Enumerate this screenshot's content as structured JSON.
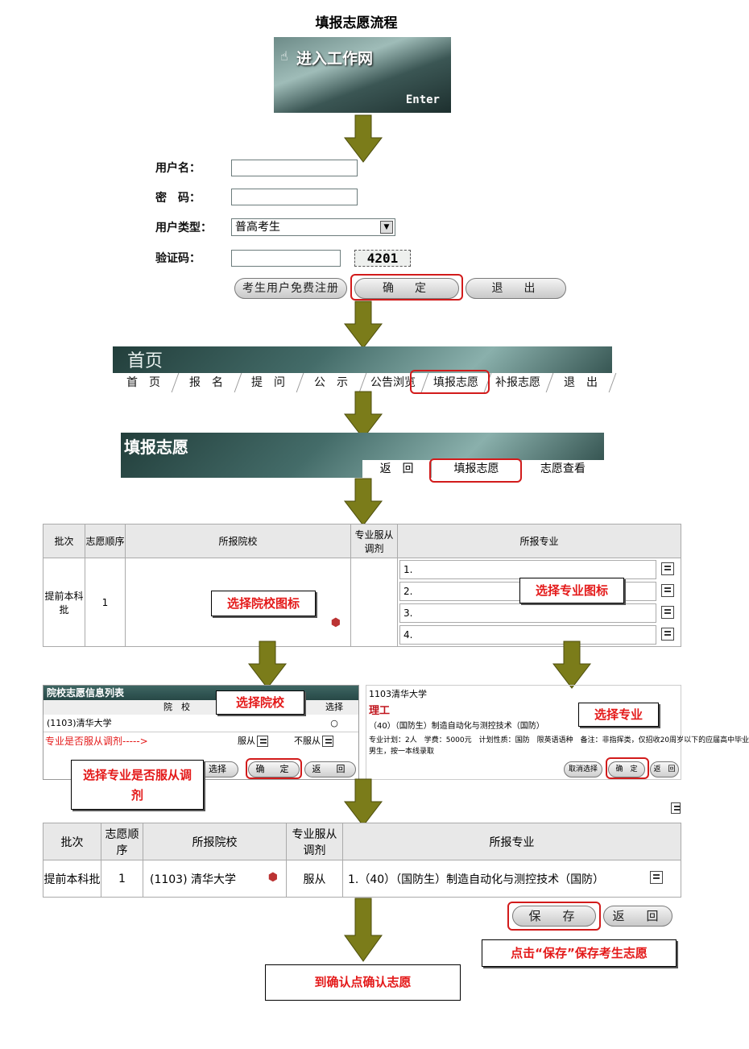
{
  "page": {
    "title": "填报志愿流程"
  },
  "enter": {
    "label": "进入工作网",
    "sub": "Enter"
  },
  "login": {
    "username_label": "用户名：",
    "password_label": "密　码：",
    "usertype_label": "用户类型：",
    "usertype_value": "普高考生",
    "captcha_label": "验证码：",
    "captcha_value": "4201",
    "register_btn": "考生用户免费注册",
    "ok_btn": "确　定",
    "exit_btn": "退　出"
  },
  "home": {
    "title": "首页",
    "menu": [
      "首　页",
      "报　名",
      "提　问",
      "公　示",
      "公告浏览",
      "填报志愿",
      "补报志愿",
      "退　出"
    ]
  },
  "fill": {
    "title": "填报志愿",
    "menu": [
      "返　回",
      "填报志愿",
      "志愿查看"
    ]
  },
  "table1": {
    "headers": [
      "批次",
      "志愿顺序",
      "所报院校",
      "专业服从调剂",
      "所报专业"
    ],
    "batch": "提前本科批",
    "order": "1",
    "majors": [
      "1.",
      "2.",
      "3.",
      "4."
    ]
  },
  "callouts": {
    "choose_school_icon": "选择院校图标",
    "choose_major_icon": "选择专业图标",
    "choose_school": "选择院校",
    "choose_major": "选择专业",
    "obey": "选择专业是否服从调剂",
    "save_tip": "点击“保存”保存考生志愿",
    "confirm": "到确认点确认志愿"
  },
  "school_list": {
    "title": "院校志愿信息列表",
    "col_school": "院　校",
    "col_select": "选择",
    "school": "(1103)清华大学",
    "obey_question": "专业是否服从调剂----->",
    "obey": "服从",
    "not_obey": "不服从",
    "btn_choose": "选择",
    "btn_ok": "确　定",
    "btn_back": "返　回"
  },
  "major_panel": {
    "school": "1103清华大学",
    "type": "理工",
    "major": "（40）（国防生）制造自动化与测控技术（国防）",
    "info": "专业计划：2人　学费：5000元　计划性质：国防　限英语语种　备注：非指挥类，仅招收20周岁以下的应届高中毕业",
    "info2": "男生，按一本线录取",
    "btn_cancel": "取消选择",
    "btn_ok": "确　定",
    "btn_back": "返　回"
  },
  "table2": {
    "headers": [
      "批次",
      "志愿顺序",
      "所报院校",
      "专业服从调剂",
      "所报专业"
    ],
    "batch": "提前本科批",
    "order": "1",
    "school": "(1103) 清华大学",
    "obey": "服从",
    "major": "1.（40）（国防生）制造自动化与测控技术（国防）"
  },
  "actions": {
    "save": "保　存",
    "back": "返　回"
  }
}
